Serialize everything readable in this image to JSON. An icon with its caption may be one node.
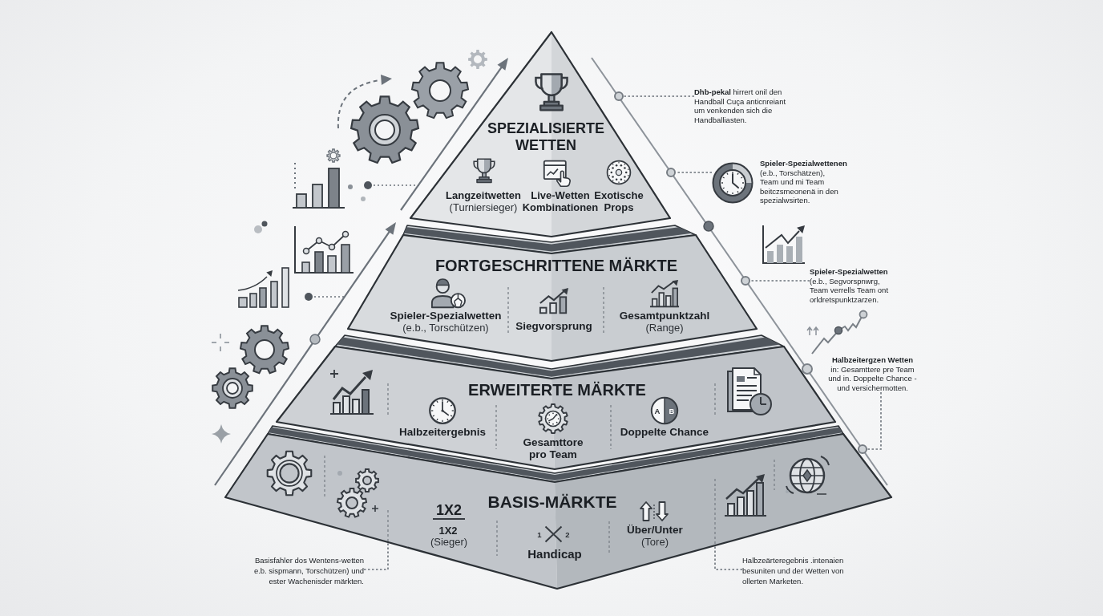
{
  "diagram": {
    "nodes": [
      {
        "text": [
          "SPEZIALISIERTE WETTEN",
          "Langzeitwetten",
          "(Turniersieger)",
          "Live-Wetten Kombinationen",
          "Exotische Props"
        ]
      },
      {
        "text": [
          "FORTGESCHRITTENE MÄRKTE",
          "Spieler-Spezialwetten",
          "(e.b., Torschützen)",
          "Siegvorsprung",
          "Gesamtpunktzahl",
          "(Range)"
        ]
      },
      {
        "text": [
          "ERWEITERTE MÄRKTE",
          "Halbzeitergebnis",
          "Gesamttore pro Team",
          "Doppelte Chance"
        ]
      },
      {
        "text": [
          "BASIS-MÄRKTE",
          "1X2",
          "1X2",
          "(Sieger)",
          "Handicap",
          "Über/Unter",
          "(Tore)"
        ]
      },
      {
        "text": [],
        "shape": "circle"
      },
      {
        "text": [
          "**Dhb-pekal** hirrert onil den Handball Cuça anticnreiant um venkenden sich die Handballiasten."
        ]
      },
      {
        "text": [],
        "shape": "circle"
      },
      {
        "text": [],
        "shape": "picture",
        "beside": [
          "Spieler-Spezialwettenen",
          "(e.b., Torschätzen), Team und mi Team beitczsmeonenä in den spezialwsirten."
        ]
      },
      {
        "text": [],
        "shape": "circle"
      },
      {
        "text": [
          "Spieler-Spezialwetten",
          "(e.b., Segvorspnwrg, Team verrells Team ont orldretspunktzarzen."
        ]
      },
      {
        "text": [],
        "shape": "circle"
      },
      {
        "text": [
          "Halbzeitergzen Wetten",
          "in: Gesamttere pre Team und in. Doppelte Chance - und versichermotten."
        ]
      },
      {
        "text": [
          "Basisfahler dos Wentens-wetten e.b. sispmann, Torschützen) und ester Wachenisder märkten."
        ]
      },
      {
        "text": [
          "Halbzeärteregebnis .intenaien besuniten und der Wetten von ollerten Marketen."
        ]
      }
    ],
    "edges": [
      {
        "from": 5,
        "to": 4,
        "arrow": "none",
        "style": "dashed"
      },
      {
        "from": 7,
        "to": 6,
        "arrow": "none",
        "style": "dashed"
      },
      {
        "from": 9,
        "to": 8,
        "arrow": "none",
        "style": "dashed"
      },
      {
        "from": 11,
        "to": 10,
        "arrow": "none",
        "style": "dashed"
      },
      {
        "from": 12,
        "to": 3,
        "arrow": "none",
        "style": "dashed"
      },
      {
        "from": 13,
        "to": 3,
        "arrow": "none",
        "style": "dashed"
      }
    ],
    "labels": [
      "A",
      "B",
      "1",
      "2"
    ]
  }
}
